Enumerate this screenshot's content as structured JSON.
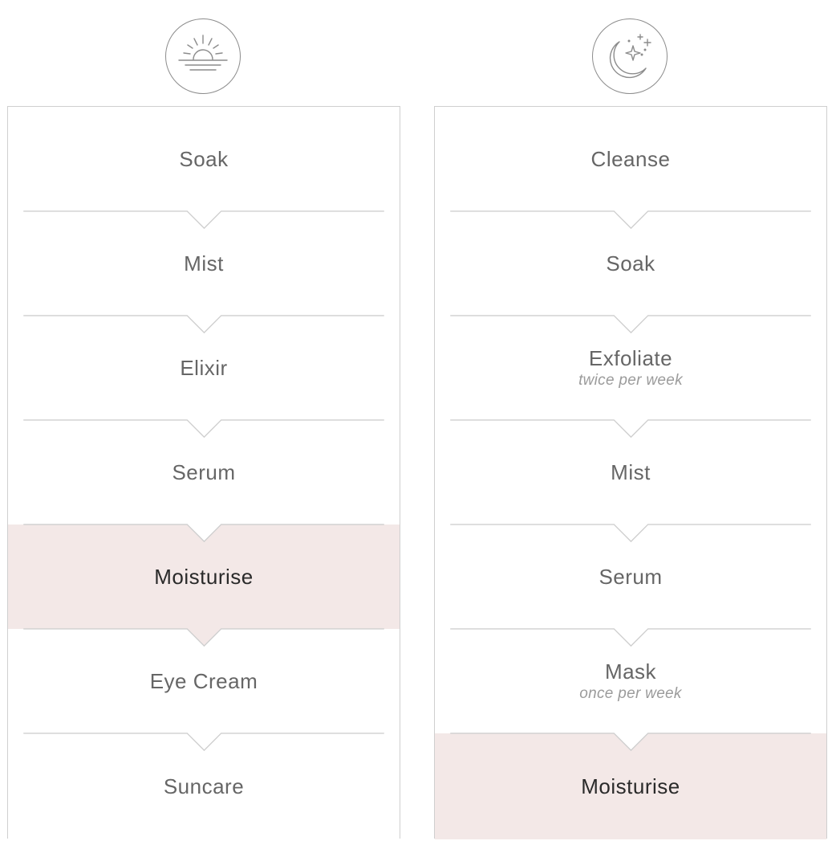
{
  "colors": {
    "border": "#cfcfcf",
    "highlight": "#f3e8e7",
    "label": "#666666",
    "label_highlight": "#2a2a2a",
    "note": "#9b9b9b",
    "icon_stroke": "#8c8c8c"
  },
  "routines": [
    {
      "icon": "sunrise-icon",
      "steps": [
        {
          "label": "Soak",
          "note": "",
          "highlighted": false
        },
        {
          "label": "Mist",
          "note": "",
          "highlighted": false
        },
        {
          "label": "Elixir",
          "note": "",
          "highlighted": false
        },
        {
          "label": "Serum",
          "note": "",
          "highlighted": false
        },
        {
          "label": "Moisturise",
          "note": "",
          "highlighted": true
        },
        {
          "label": "Eye Cream",
          "note": "",
          "highlighted": false
        },
        {
          "label": "Suncare",
          "note": "",
          "highlighted": false
        }
      ]
    },
    {
      "icon": "moon-stars-icon",
      "steps": [
        {
          "label": "Cleanse",
          "note": "",
          "highlighted": false
        },
        {
          "label": "Soak",
          "note": "",
          "highlighted": false
        },
        {
          "label": "Exfoliate",
          "note": "twice per week",
          "highlighted": false
        },
        {
          "label": "Mist",
          "note": "",
          "highlighted": false
        },
        {
          "label": "Serum",
          "note": "",
          "highlighted": false
        },
        {
          "label": "Mask",
          "note": "once per week",
          "highlighted": false
        },
        {
          "label": "Moisturise",
          "note": "",
          "highlighted": true
        }
      ]
    }
  ]
}
